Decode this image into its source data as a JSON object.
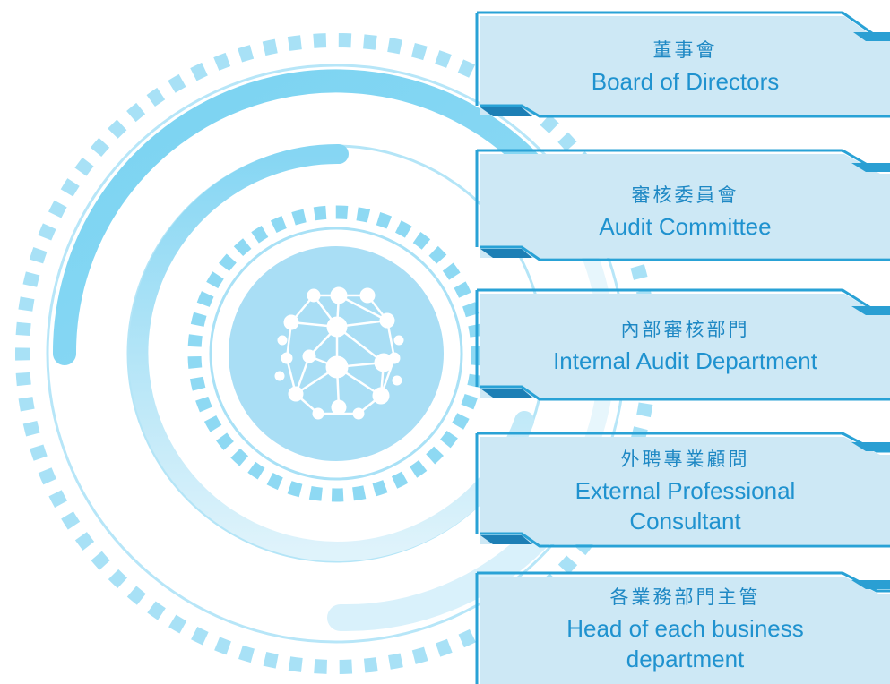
{
  "colors": {
    "primary": "#7fd4f2",
    "light": "#b9e6f8",
    "box_fill": "#cde8f5",
    "box_border": "#29a2d6",
    "text": "#1f92cf"
  },
  "center_icon": "globe-network-icon",
  "boxes": [
    {
      "zh": "董事會",
      "en": "Board of Directors"
    },
    {
      "zh": "審核委員會",
      "en": "Audit Committee"
    },
    {
      "zh": "內部審核部門",
      "en": "Internal Audit Department"
    },
    {
      "zh": "外聘專業顧問",
      "en": "External Professional Consultant"
    },
    {
      "zh": "各業務部門主管",
      "en": "Head of each business department"
    }
  ]
}
